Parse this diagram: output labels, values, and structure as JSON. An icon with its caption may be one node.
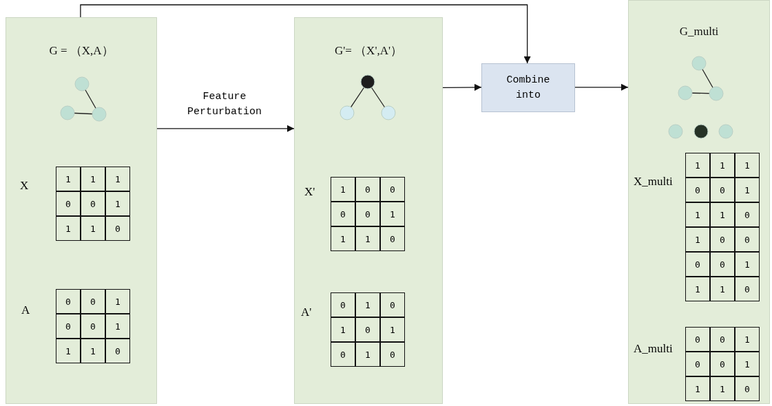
{
  "diagram": {
    "nodes": [
      {
        "text": [
          "G = （X,A）"
        ]
      },
      {
        "text": [
          "G'= （X',A'）"
        ]
      },
      {
        "text": [
          "Combine into"
        ]
      },
      {
        "text": [
          "G_multi"
        ]
      }
    ],
    "edges": [
      {
        "from": 0,
        "to": 2,
        "arrow": "to"
      },
      {
        "from": 0,
        "to": 1,
        "arrow": "to",
        "label": "Feature Perturbation"
      },
      {
        "from": 1,
        "to": 2,
        "arrow": "to"
      },
      {
        "from": 2,
        "to": 3,
        "arrow": "to"
      }
    ],
    "labels": [
      "X",
      "1",
      "1",
      "1",
      "0",
      "0",
      "1",
      "1",
      "1",
      "0",
      "A",
      "0",
      "0",
      "1",
      "0",
      "0",
      "1",
      "1",
      "1",
      "0",
      "X'",
      "1",
      "0",
      "0",
      "0",
      "0",
      "1",
      "1",
      "1",
      "0",
      "A'",
      "0",
      "1",
      "0",
      "1",
      "0",
      "1",
      "0",
      "1",
      "0",
      "X_multi",
      "1",
      "1",
      "1",
      "0",
      "0",
      "1",
      "1",
      "1",
      "0",
      "1",
      "0",
      "0",
      "0",
      "0",
      "1",
      "1",
      "1",
      "0",
      "A_multi",
      "0",
      "0",
      "1",
      "0",
      "0",
      "1",
      "1",
      "1",
      "0"
    ]
  }
}
